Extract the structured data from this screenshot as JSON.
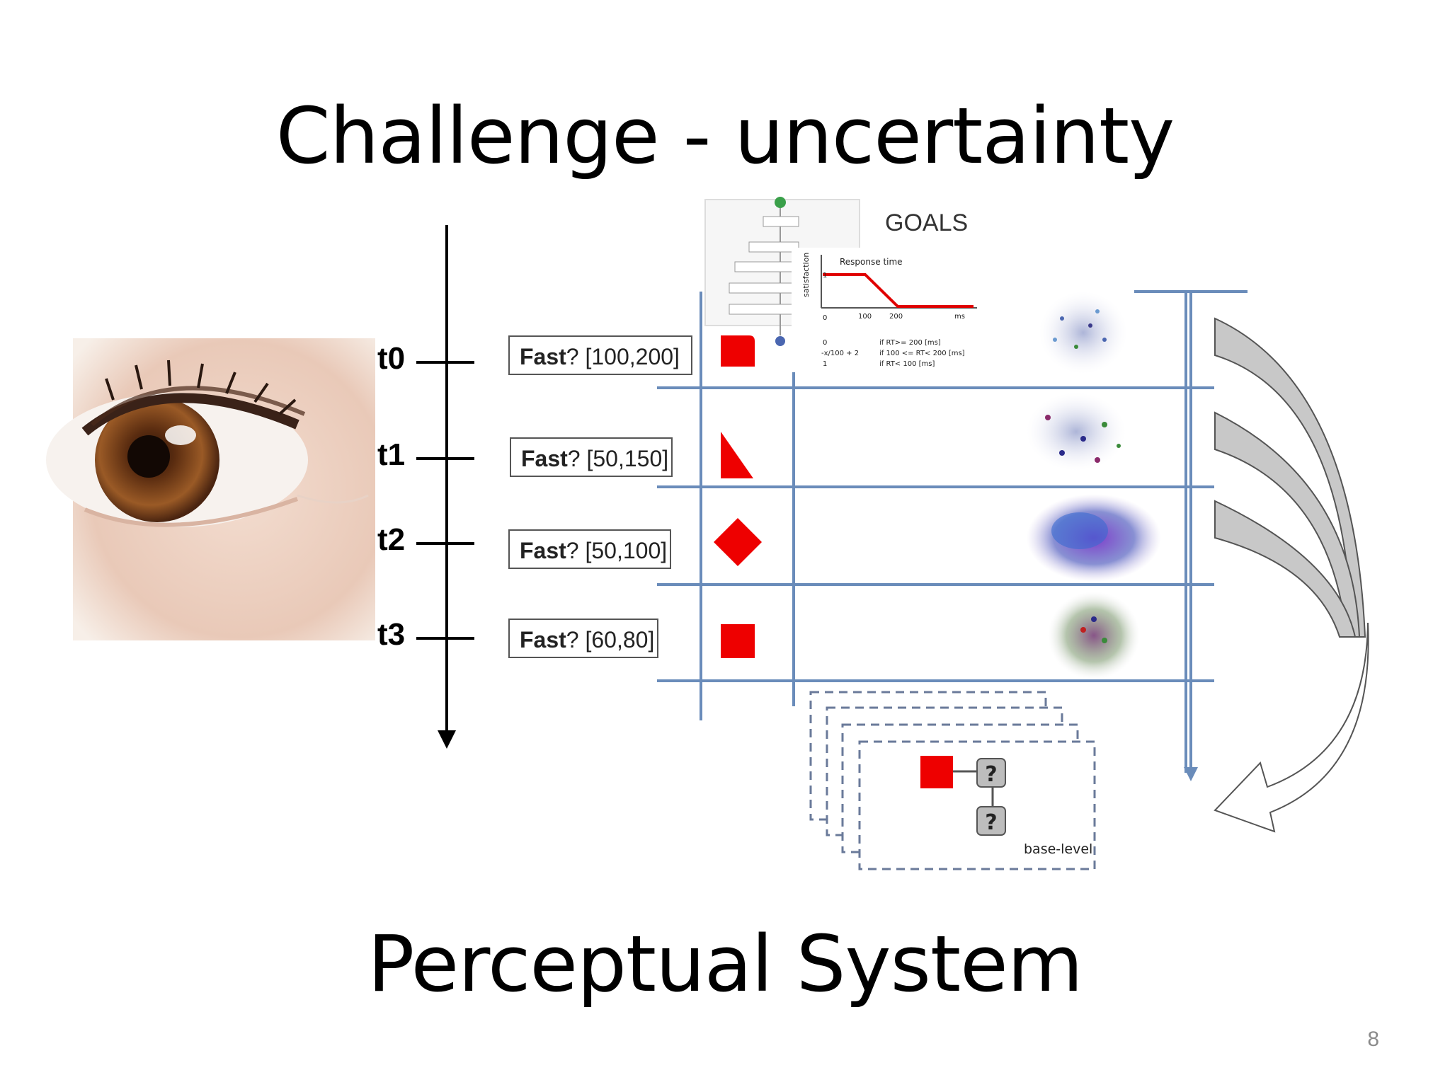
{
  "slide": {
    "title": "Challenge - uncertainty",
    "subtitle": "Perceptual System",
    "page_number": "8"
  },
  "timeline": [
    {
      "time": "t0",
      "query_keyword": "Fast",
      "query_range": "? [100,200]",
      "shape": "rounded-square"
    },
    {
      "time": "t1",
      "query_keyword": "Fast",
      "query_range": "? [50,150]",
      "shape": "triangle"
    },
    {
      "time": "t2",
      "query_keyword": "Fast",
      "query_range": "? [50,100]",
      "shape": "diamond"
    },
    {
      "time": "t3",
      "query_keyword": "Fast",
      "query_range": "? [60,80]",
      "shape": "square"
    }
  ],
  "goals": {
    "label": "GOALS",
    "chart_title": "Response time",
    "y_label": "satisfaction",
    "x_ticks": [
      "0",
      "100",
      "200",
      "ms"
    ],
    "y_tick": "1",
    "formula_values": [
      "0",
      "-x/100 + 2",
      "1"
    ],
    "formula_conditions": [
      "if RT>= 200 [ms]",
      "if 100 <= RT< 200 [ms]",
      "if RT< 100 [ms]"
    ]
  },
  "model": {
    "unknown_mark": "?",
    "base_label": "base-level"
  },
  "colors": {
    "shape_red": "#ee0000",
    "grid_blue": "#6a8cba",
    "arrow_gray": "#c8c8c8"
  }
}
